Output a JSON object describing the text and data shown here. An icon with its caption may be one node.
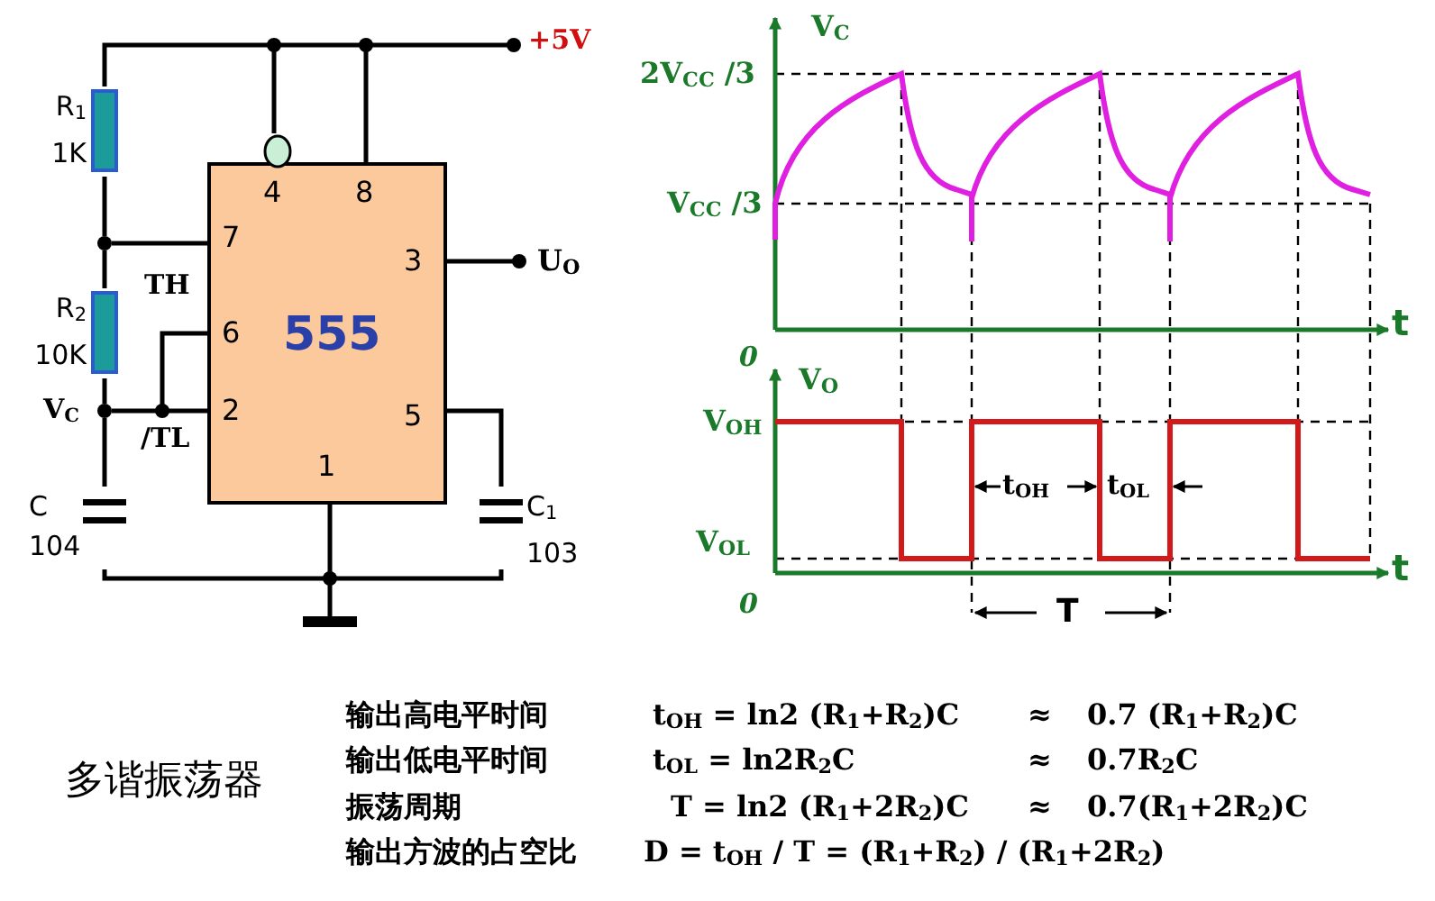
{
  "diagram": {
    "nodes": [
      {
        "text": [
          "555"
        ]
      },
      {
        "text": [
          "R$_{1}$ 1K"
        ]
      },
      {
        "text": [
          "R$_{2}$ 10K"
        ]
      },
      {
        "text": [
          "C 104"
        ]
      },
      {
        "text": [
          "C$_{1}$ 103"
        ]
      },
      {
        "text": [],
        "shape": "circle"
      },
      {
        "text": [],
        "shape": "circle"
      }
    ],
    "edges": [
      {
        "from": 1,
        "to": 0,
        "arrow": "none"
      },
      {
        "from": 1,
        "to": 5,
        "arrow": "none"
      },
      {
        "from": 5,
        "to": 0,
        "arrow": "none"
      },
      {
        "from": 5,
        "to": 2,
        "arrow": "none"
      },
      {
        "from": 2,
        "to": 6,
        "arrow": "none"
      },
      {
        "from": 6,
        "to": 3,
        "arrow": "none"
      },
      {
        "from": 6,
        "to": 0,
        "arrow": "none"
      },
      {
        "from": 3,
        "to": 4,
        "arrow": "none"
      },
      {
        "from": 0,
        "to": 4,
        "arrow": "none"
      }
    ],
    "labels": [
      "+5V",
      "4",
      "8",
      "7",
      "3",
      "U$_{O}$",
      "TH",
      "6",
      "V$_{C}$",
      "2",
      "5",
      "/TL",
      "1",
      "V$_{C}$",
      "2V$_{CC}$ /3",
      "V$_{CC}$ /3",
      "t",
      "0",
      "V$_{O}$",
      "V$_{OH}$",
      "V$_{OL}$",
      "t$_{OH}$",
      "t$_{OL}$",
      "t",
      "0",
      "T",
      "多谐振荡器",
      "输出高电平时间",
      "t$_{OH}$ = ln2 (R$_{1}$+R$_{2}$)C",
      "≈",
      "0.7 (R$_{1}$+R$_{2}$)C",
      "输出低电平时间",
      "t$_{OL}$ = ln2R$_{2}$C",
      "≈",
      "0.7R$_{2}$C",
      "振荡周期",
      "T  = ln2 (R$_{1}$+2R$_{2}$)C",
      "≈",
      "0.7(R$_{1}$+2R$_{2}$)C",
      "输出方波的占空比",
      "D = t$_{OH}$ / T = (R$_{1}$+R$_{2}$) / (R$_{1}$+2R$_{2}$)"
    ]
  }
}
